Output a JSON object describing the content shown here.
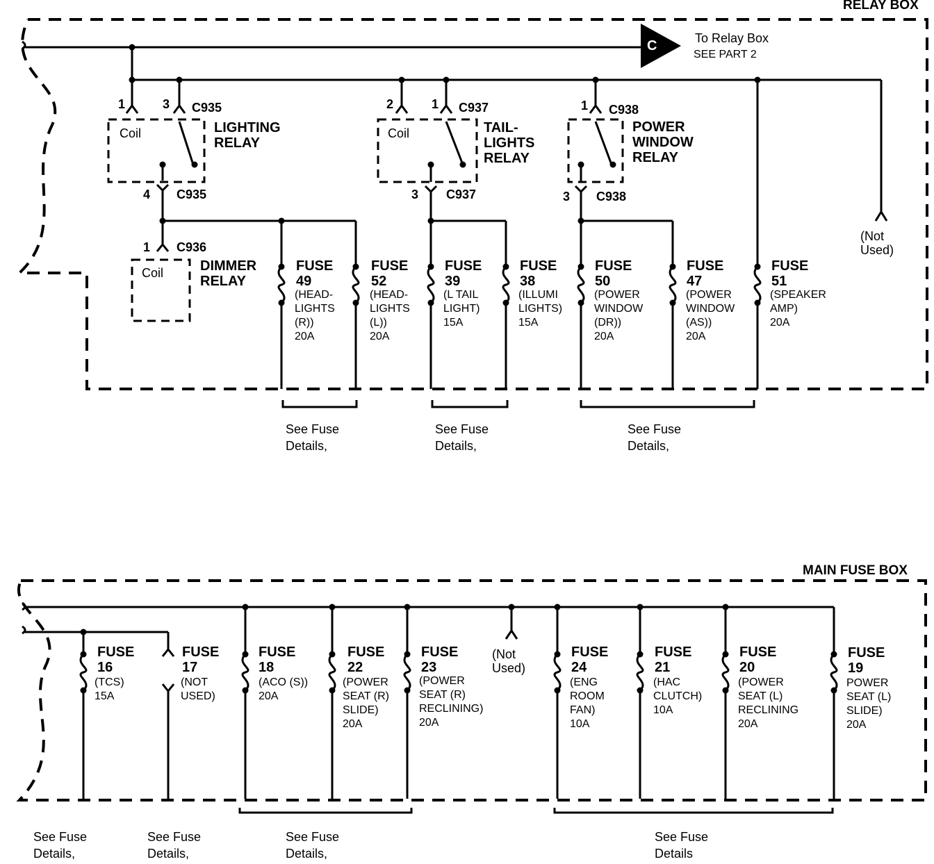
{
  "relay_box": {
    "title": "RELAY BOX",
    "to_relay_box": {
      "label": "To Relay Box",
      "sub": "SEE PART 2",
      "connector": "C"
    },
    "lighting_relay": {
      "pin_a": "1",
      "pin_b": "3",
      "connector_top": "C935",
      "coil": "Coil",
      "name": "LIGHTING\nRELAY",
      "pin_out": "4",
      "connector_bottom": "C935"
    },
    "taillights_relay": {
      "pin_a": "2",
      "pin_b": "1",
      "connector_top": "C937",
      "coil": "Coil",
      "name": "TAIL-\nLIGHTS\nRELAY",
      "pin_out": "3",
      "connector_bottom": "C937"
    },
    "power_window_relay": {
      "pin_a": "1",
      "connector_top": "C938",
      "name": "POWER\nWINDOW\nRELAY",
      "pin_out": "3",
      "connector_bottom": "C938"
    },
    "dimmer_relay": {
      "pin": "1",
      "connector": "C936",
      "coil": "Coil",
      "name": "DIMMER\nRELAY"
    },
    "not_used": "(Not\nUsed)",
    "fuses": [
      {
        "label": "FUSE",
        "number": "49",
        "desc": "(HEAD-\nLIGHTS\n(R))\n20A"
      },
      {
        "label": "FUSE",
        "number": "52",
        "desc": "(HEAD-\nLIGHTS\n(L))\n20A"
      },
      {
        "label": "FUSE",
        "number": "39",
        "desc": "(L TAIL\nLIGHT)\n15A"
      },
      {
        "label": "FUSE",
        "number": "38",
        "desc": "(ILLUMI\nLIGHTS)\n15A"
      },
      {
        "label": "FUSE",
        "number": "50",
        "desc": "(POWER\nWINDOW\n(DR))\n20A"
      },
      {
        "label": "FUSE",
        "number": "47",
        "desc": "(POWER\nWINDOW\n(AS))\n20A"
      },
      {
        "label": "FUSE",
        "number": "51",
        "desc": "(SPEAKER\nAMP)\n20A"
      }
    ],
    "see_fuse": [
      "See Fuse\nDetails,",
      "See Fuse\nDetails,",
      "See Fuse\nDetails,"
    ]
  },
  "main_fuse_box": {
    "title": "MAIN FUSE BOX",
    "not_used": "(Not\nUsed)",
    "fuses": [
      {
        "label": "FUSE",
        "number": "16",
        "desc": "(TCS)\n15A"
      },
      {
        "label": "FUSE",
        "number": "17",
        "desc": "(NOT\nUSED)"
      },
      {
        "label": "FUSE",
        "number": "18",
        "desc": "(ACO (S))\n20A"
      },
      {
        "label": "FUSE",
        "number": "22",
        "desc": "(POWER\nSEAT (R)\nSLIDE)\n20A"
      },
      {
        "label": "FUSE",
        "number": "23",
        "desc": "(POWER\nSEAT (R)\nRECLINING)\n20A"
      },
      {
        "label": "FUSE",
        "number": "24",
        "desc": "(ENG\nROOM\nFAN)\n10A"
      },
      {
        "label": "FUSE",
        "number": "21",
        "desc": "(HAC\nCLUTCH)\n10A"
      },
      {
        "label": "FUSE",
        "number": "20",
        "desc": "(POWER\nSEAT (L)\nRECLINING\n20A"
      },
      {
        "label": "FUSE",
        "number": "19",
        "desc": "POWER\nSEAT (L)\nSLIDE)\n20A"
      }
    ],
    "see_fuse": [
      "See Fuse\nDetails,",
      "See Fuse\nDetails,",
      "See Fuse\nDetails,",
      "See Fuse\nDetails"
    ]
  }
}
